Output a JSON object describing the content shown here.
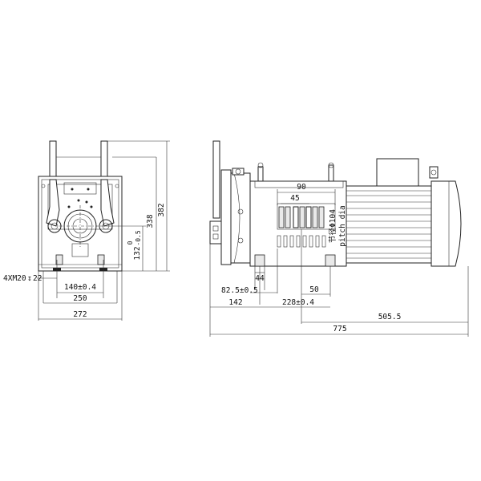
{
  "front_view": {
    "dims": {
      "height_338": "338",
      "height_382": "382",
      "height_132": "132",
      "tol_132_top": "0",
      "tol_132_bottom": "-0.5",
      "hole_spec": "4XM20",
      "hole_depth_symbol": "↧",
      "hole_depth": "22",
      "bolt_spacing": "140±0.4",
      "base_width": "250",
      "overall_width": "272"
    }
  },
  "side_view": {
    "dims": {
      "width_90": "90",
      "width_45": "45",
      "pitch_dia_label": "节径Φ104",
      "pitch_dia_label_en": "pitch dia",
      "d_44": "44",
      "d_82": "82.5±0.5",
      "d_50": "50",
      "d_142": "142",
      "d_228": "228±0.4",
      "d_505": "505.5",
      "overall_length": "775"
    }
  }
}
